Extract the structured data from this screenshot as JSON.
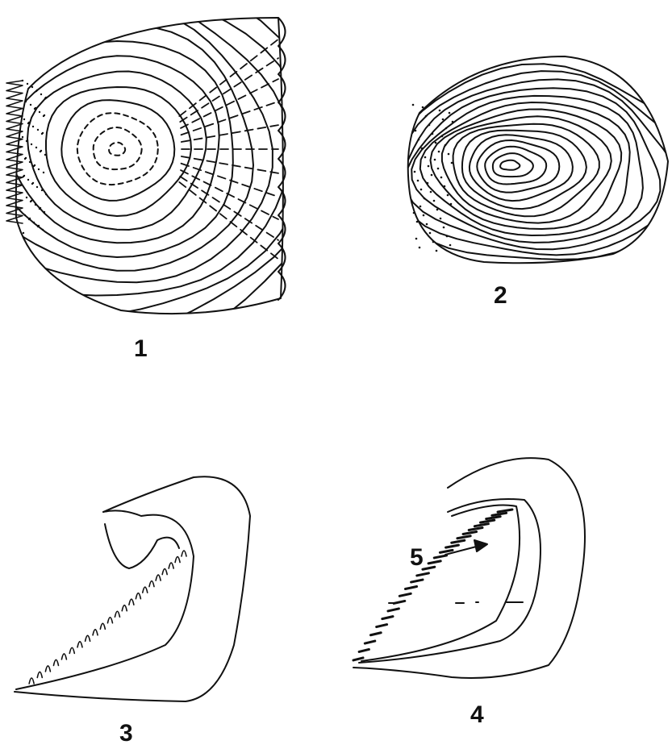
{
  "figure": {
    "labels": {
      "fig1": "1",
      "fig2": "2",
      "fig3": "3",
      "fig4": "4",
      "callout5": "5"
    },
    "ink_color": "#111111",
    "paper_color": "#ffffff"
  }
}
